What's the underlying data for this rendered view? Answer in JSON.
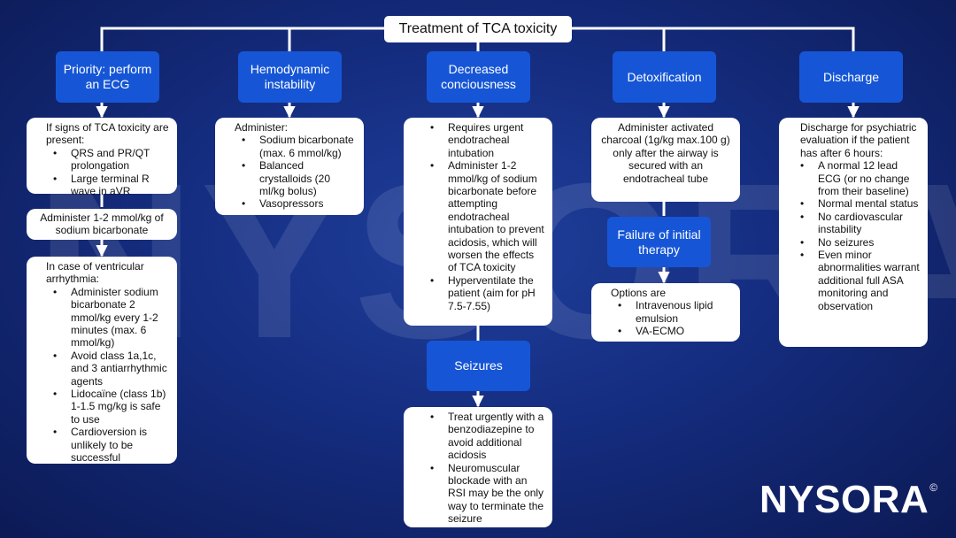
{
  "title": "Treatment of TCA toxicity",
  "watermark": "NYSORA",
  "logo": {
    "text": "NYSORA",
    "mark": "©"
  },
  "colors": {
    "background": "#152d80",
    "header": "#1656d6",
    "box": "#ffffff",
    "lines": "#ffffff"
  },
  "columns": {
    "priority": {
      "header": "Priority: perform an ECG",
      "box1": {
        "intro": "If signs of TCA toxicity are present:",
        "items": [
          "QRS and PR/QT prolongation",
          "Large terminal R wave in aVR"
        ]
      },
      "box2": "Administer 1-2 mmol/kg of sodium bicarbonate",
      "box3": {
        "intro": "In case of ventricular arrhythmia:",
        "items": [
          "Administer sodium bicarbonate 2 mmol/kg every 1-2 minutes (max. 6 mmol/kg)",
          "Avoid class 1a,1c, and 3 antiarrhythmic agents",
          "Lidocaïne (class 1b) 1-1.5 mg/kg is safe to use",
          "Cardioversion is unlikely to be successful"
        ]
      }
    },
    "hemodynamic": {
      "header": "Hemodynamic instability",
      "box": {
        "intro": "Administer:",
        "items": [
          "Sodium bicarbonate (max. 6 mmol/kg)",
          "Balanced crystalloids (20 ml/kg bolus)",
          "Vasopressors"
        ]
      }
    },
    "consciousness": {
      "header": "Decreased conciousness",
      "box": {
        "items": [
          "Requires urgent endotracheal intubation",
          "Administer 1-2 mmol/kg of sodium bicarbonate before attempting endotracheal intubation to prevent acidosis, which will worsen the effects of TCA toxicity",
          "Hyperventilate the patient (aim for pH 7.5-7.55)"
        ]
      },
      "seizures": {
        "header": "Seizures",
        "items": [
          "Treat urgently with a benzodiazepine to avoid additional acidosis",
          "Neuromuscular blockade with an RSI may be the only way to terminate the seizure"
        ]
      }
    },
    "detox": {
      "header": "Detoxification",
      "box": "Administer activated charcoal (1g/kg max.100 g) only after the airway is secured with an endotracheal tube",
      "failure": {
        "header": "Failure of initial therapy",
        "intro": "Options are",
        "items": [
          "Intravenous lipid emulsion",
          "VA-ECMO"
        ]
      }
    },
    "discharge": {
      "header": "Discharge",
      "box": {
        "intro": "Discharge for psychiatric evaluation if the patient has after 6 hours:",
        "items": [
          "A normal 12 lead ECG (or no change from their baseline)",
          "Normal mental status",
          "No cardiovascular instability",
          "No seizures",
          "Even minor abnormalities warrant additional full ASA monitoring and observation"
        ]
      }
    }
  }
}
